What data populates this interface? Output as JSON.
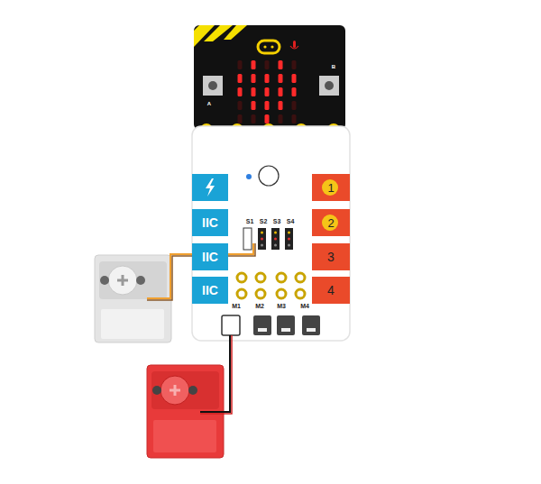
{
  "diagram": {
    "nodes": [
      {
        "text": [
          "IIC"
        ]
      },
      {
        "text": [
          "IIC"
        ]
      },
      {
        "text": [
          "IIC"
        ]
      },
      {
        "text": [
          "1"
        ]
      },
      {
        "text": [
          "2"
        ]
      },
      {
        "text": [
          "3"
        ]
      },
      {
        "text": [
          "4"
        ]
      }
    ],
    "labels": [
      "A",
      "B",
      "S1",
      "S2",
      "S3",
      "S4",
      "M1",
      "M2",
      "M3",
      "M4"
    ]
  }
}
